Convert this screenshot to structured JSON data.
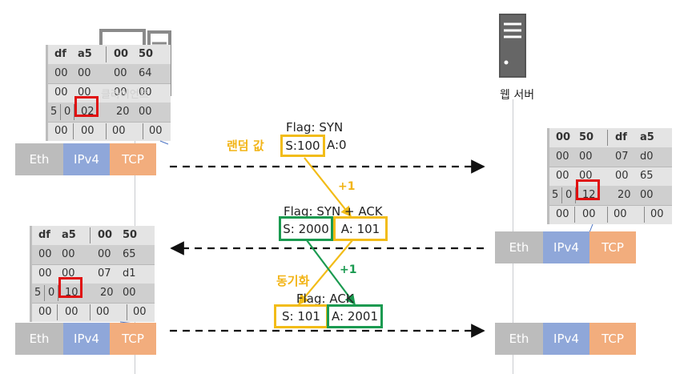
{
  "client": {
    "label": "클라이언트",
    "hex_rows": [
      [
        "df",
        "a5",
        "00",
        "50"
      ],
      [
        "00",
        "00",
        "00",
        "64"
      ],
      [
        "00",
        "00",
        "00",
        "00"
      ],
      [
        "5",
        "0",
        "02",
        "20",
        "00"
      ],
      [
        "00",
        "00",
        "00",
        "00"
      ]
    ]
  },
  "server": {
    "label": "웹 서버",
    "hex_rows": [
      [
        "00",
        "50",
        "df",
        "a5"
      ],
      [
        "00",
        "00",
        "07",
        "d0"
      ],
      [
        "00",
        "00",
        "00",
        "65"
      ],
      [
        "5",
        "0",
        "12",
        "20",
        "00"
      ],
      [
        "00",
        "00",
        "00",
        "00"
      ]
    ]
  },
  "client_ack": {
    "hex_rows": [
      [
        "df",
        "a5",
        "00",
        "50"
      ],
      [
        "00",
        "00",
        "00",
        "65"
      ],
      [
        "00",
        "00",
        "07",
        "d1"
      ],
      [
        "5",
        "0",
        "10",
        "20",
        "00"
      ],
      [
        "00",
        "00",
        "00",
        "00"
      ]
    ]
  },
  "stack": {
    "eth": "Eth",
    "ipv4": "IPv4",
    "tcp": "TCP"
  },
  "segments": {
    "syn": {
      "flag": "Flag: SYN",
      "seq": "S:100",
      "ack": "A:0"
    },
    "synack": {
      "flag": "Flag: SYN + ACK",
      "seq": "S: 2000",
      "ack": "A: 101"
    },
    "ack": {
      "flag": "Flag: ACK",
      "seq": "S: 101",
      "ack": "A: 2001"
    }
  },
  "notes": {
    "random": "랜덤 값",
    "sync": "동기화",
    "plus1": "+1"
  },
  "colors": {
    "yellow": "#f2bc18",
    "green": "#1a9a50",
    "red": "#e01010"
  }
}
